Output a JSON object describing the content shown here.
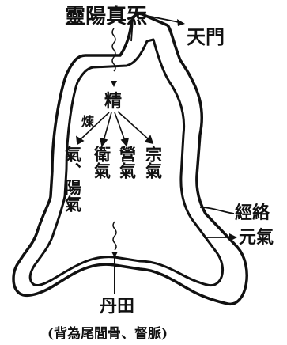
{
  "title": "靈陽真炁",
  "heaven_gate": "天門",
  "essence": "精",
  "refine": "煉",
  "qi_types": [
    "氣、陽氣",
    "衛氣",
    "營氣",
    "宗氣"
  ],
  "meridians": "經絡",
  "primordial_qi": "元氣",
  "dantian": "丹田",
  "footnote": "(背為尾閭骨、督脈)"
}
